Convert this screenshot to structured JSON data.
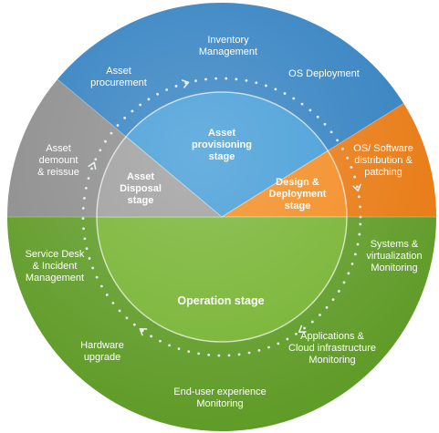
{
  "diagram": {
    "stages": [
      {
        "id": "provisioning",
        "label_lines": [
          "Asset",
          "provisioning",
          "stage"
        ],
        "color_outer": "#2f7fc0",
        "color_inner": "#3f9ad6",
        "activities": [
          {
            "lines": [
              "Asset",
              "procurement"
            ]
          },
          {
            "lines": [
              "Inventory",
              "Management"
            ]
          },
          {
            "lines": [
              "OS Deployment"
            ]
          }
        ]
      },
      {
        "id": "deployment",
        "label_lines": [
          "Design &",
          "Deployment",
          "stage"
        ],
        "color_outer": "#e8780f",
        "color_inner": "#f28a1e",
        "activities": [
          {
            "lines": [
              "OS/ Software",
              "distribution &",
              "patching"
            ]
          }
        ]
      },
      {
        "id": "operation",
        "label_lines": [
          "Operation stage"
        ],
        "color_outer": "#5d9a24",
        "color_inner": "#74b22e",
        "activities": [
          {
            "lines": [
              "Systems &",
              "virtualization",
              "Monitoring"
            ]
          },
          {
            "lines": [
              "Applications &",
              "Cloud infrastructure",
              "Monitoring"
            ]
          },
          {
            "lines": [
              "End-user experience",
              "Monitoring"
            ]
          },
          {
            "lines": [
              "Hardware",
              "upgrade"
            ]
          },
          {
            "lines": [
              "Service Desk",
              "& Incident",
              "Management"
            ]
          }
        ]
      },
      {
        "id": "disposal",
        "label_lines": [
          "Asset",
          "Disposal",
          "stage"
        ],
        "color_outer": "#8b8b8b",
        "color_inner": "#9c9c9c",
        "activities": [
          {
            "lines": [
              "Asset",
              "demount",
              "& reissue"
            ]
          }
        ]
      }
    ],
    "dot_color": "#e9eef0",
    "arrow_color": "#e9eef0"
  }
}
